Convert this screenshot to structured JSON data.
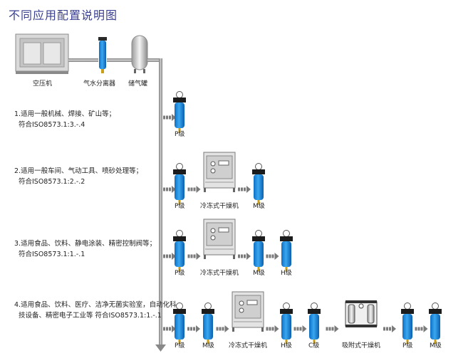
{
  "title": "不同应用配置说明图",
  "top_row": {
    "compressor": "空压机",
    "separator": "气水分离器",
    "tank": "储气罐"
  },
  "configs": [
    {
      "line1": "1.适用一般机械、焊接、矿山等；",
      "line2": "符合ISO8573.1:3.-.4",
      "items": [
        "P级"
      ]
    },
    {
      "line1": "2.适用一般车间、气动工具、喷砂处理等；",
      "line2": "符合ISO8573.1:2.-.2",
      "items": [
        "P级",
        "冷冻式干燥机",
        "M级"
      ]
    },
    {
      "line1": "3.适用食品、饮料、静电涂装、精密控制阀等；",
      "line2": "符合ISO8573.1:1.-.1",
      "items": [
        "P级",
        "冷冻式干燥机",
        "M级",
        "H级"
      ]
    },
    {
      "line1": "4.适用食品、饮料、医疗、洁净无菌实验室，自动化科",
      "line2": "技设备、精密电子工业等 符合ISO8573.1:1.-.1",
      "items": [
        "P级",
        "M级",
        "冷冻式干燥机",
        "H级",
        "C级",
        "吸附式干燥机",
        "P级",
        "M级"
      ]
    }
  ],
  "colors": {
    "filter_blue": "#1e8fe0",
    "pipe": "#8a8a8a",
    "title": "#3a3f8f"
  }
}
